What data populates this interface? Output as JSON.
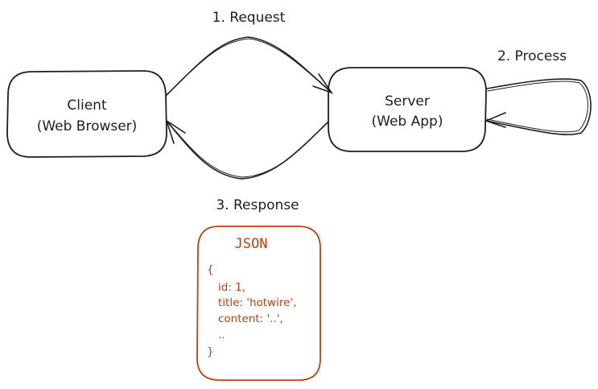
{
  "nodes": {
    "client": {
      "line1": "Client",
      "line2": "(Web Browser)"
    },
    "server": {
      "line1": "Server",
      "line2": "(Web App)"
    }
  },
  "edges": {
    "request": "1. Request",
    "process": "2. Process",
    "response": "3. Response"
  },
  "json_card": {
    "title": "JSON",
    "lines": [
      "{",
      "id: 1,",
      "title: 'hotwire',",
      "content: '..',",
      "..",
      "}"
    ]
  },
  "colors": {
    "stroke": "#1e1e1e",
    "accent": "#c2410c"
  }
}
